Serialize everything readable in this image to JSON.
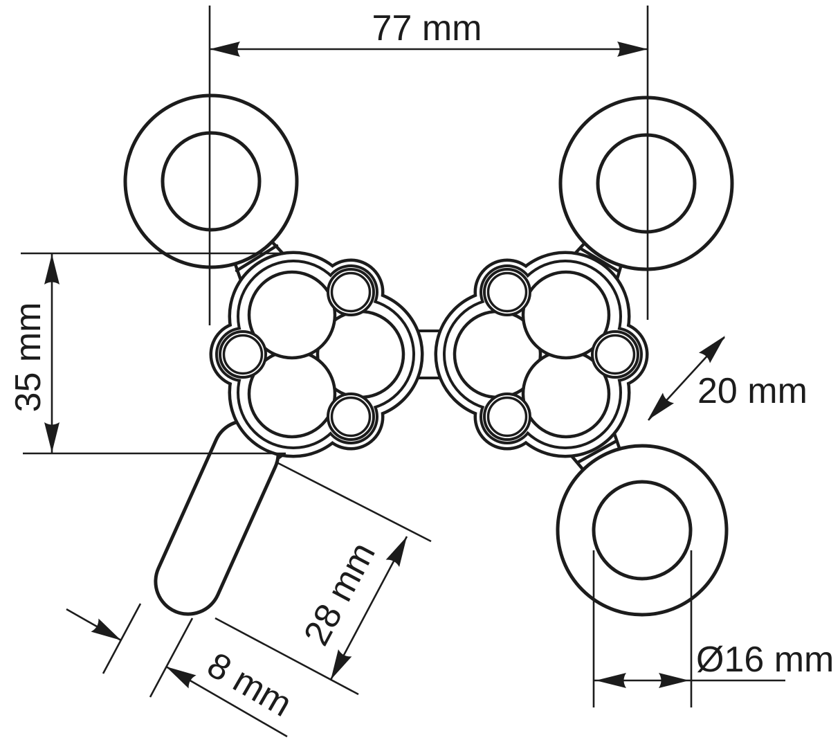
{
  "drawing": {
    "kind": "technical-dimension-drawing",
    "labels": {
      "overall_width": "77 mm",
      "body_height": "35 mm",
      "module_diagonal": "20 mm",
      "handle_length": "28 mm",
      "handle_width": "8 mm",
      "ring_hole_diameter": "Ø16 mm"
    },
    "colors": {
      "line": "#1c1c1c",
      "background": "#ffffff"
    }
  }
}
